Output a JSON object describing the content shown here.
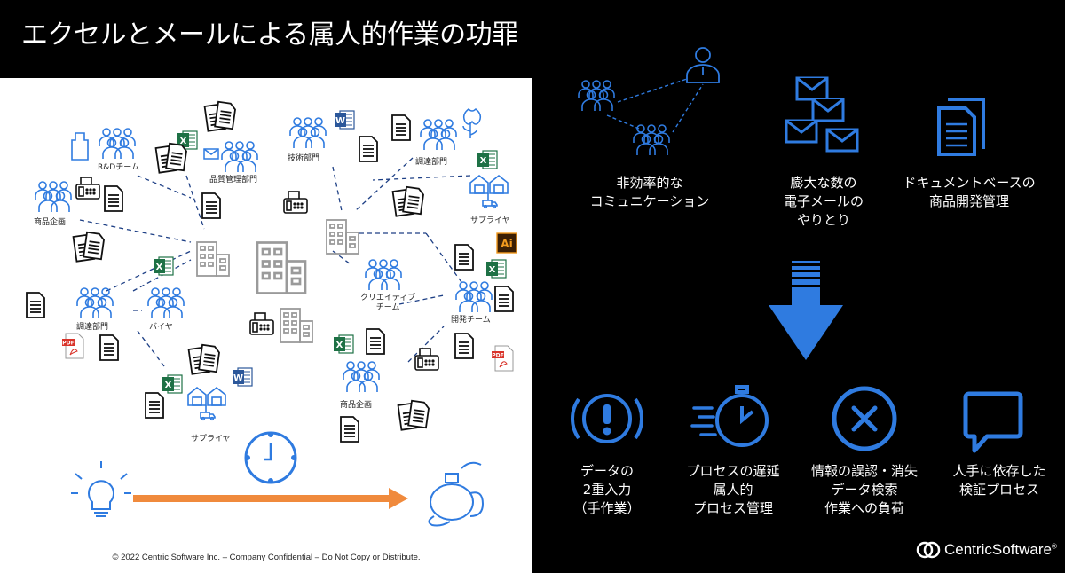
{
  "title": "エクセルとメールによる属人的作業の功罪",
  "diagram": {
    "labels": {
      "rd_team": "R&Dチーム",
      "quality_mgmt": "品質管理部門",
      "product_planning_1": "商品企画",
      "procurement_1": "調達部門",
      "buyer": "バイヤー",
      "supplier_1": "サプライヤ",
      "tech_dept": "技術部門",
      "procurement_2": "調達部門",
      "supplier_2": "サプライヤ",
      "creative_line1": "クリエイティブ",
      "creative_line2": "チーム",
      "dev_team": "開発チーム",
      "product_planning_2": "商品企画"
    },
    "copyright": "© 2022 Centric Software Inc. – Company Confidential – Do Not Copy or Distribute."
  },
  "problems": {
    "p1": "非効率的な\nコミュニケーション",
    "p2": "膨大な数の\n電子メールの\nやりとり",
    "p3": "ドキュメントベースの\n商品開発管理"
  },
  "results": {
    "r1": "データの\n2重入力\n（手作業）",
    "r2": "プロセスの遅延\n属人的\nプロセス管理",
    "r3": "情報の誤認・消失\nデータ検索\n作業への負荷",
    "r4": "人手に依存した\n検証プロセス"
  },
  "brand": {
    "name_bold": "Centric",
    "name_thin": "Software",
    "mark": "®"
  },
  "colors": {
    "accent_blue": "#2f7be0",
    "arrow_orange": "#f08a3c",
    "excel_green": "#1e7145",
    "word_blue": "#2b579a",
    "pdf_red": "#d9342b",
    "ai_orange": "#f29a1e"
  }
}
